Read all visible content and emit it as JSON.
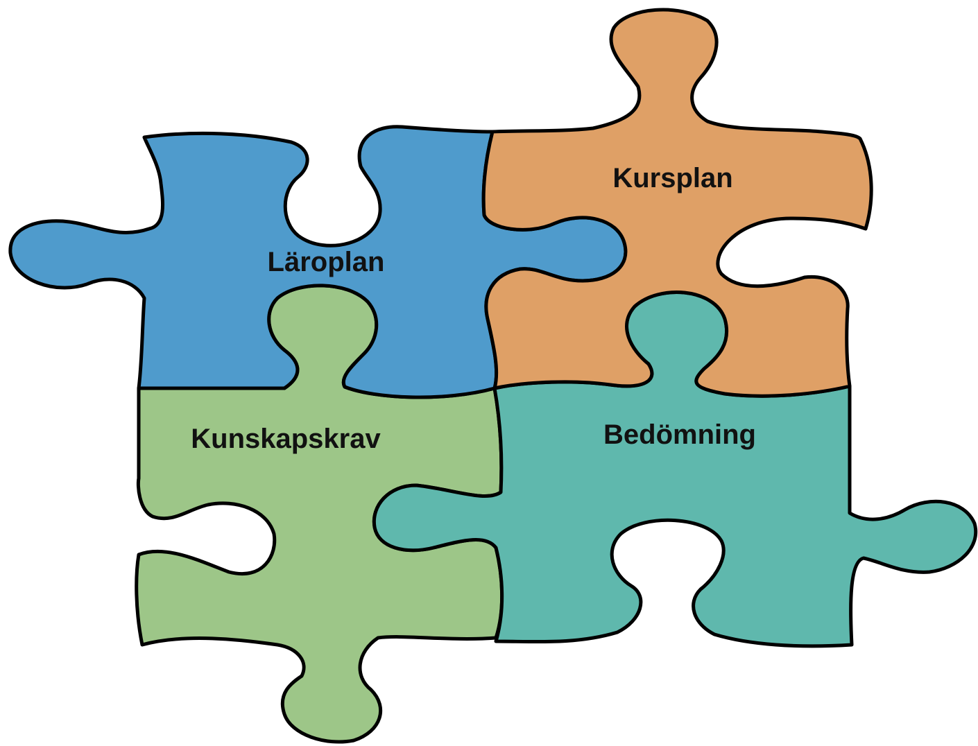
{
  "pieces": {
    "laroplan": {
      "label": "Läroplan",
      "color": "#4f9bcc"
    },
    "kursplan": {
      "label": "Kursplan",
      "color": "#dfa066"
    },
    "kunskapskrav": {
      "label": "Kunskapskrav",
      "color": "#9dc688"
    },
    "bedomning": {
      "label": "Bedömning",
      "color": "#5fb8ad"
    }
  },
  "outline_color": "#000000"
}
